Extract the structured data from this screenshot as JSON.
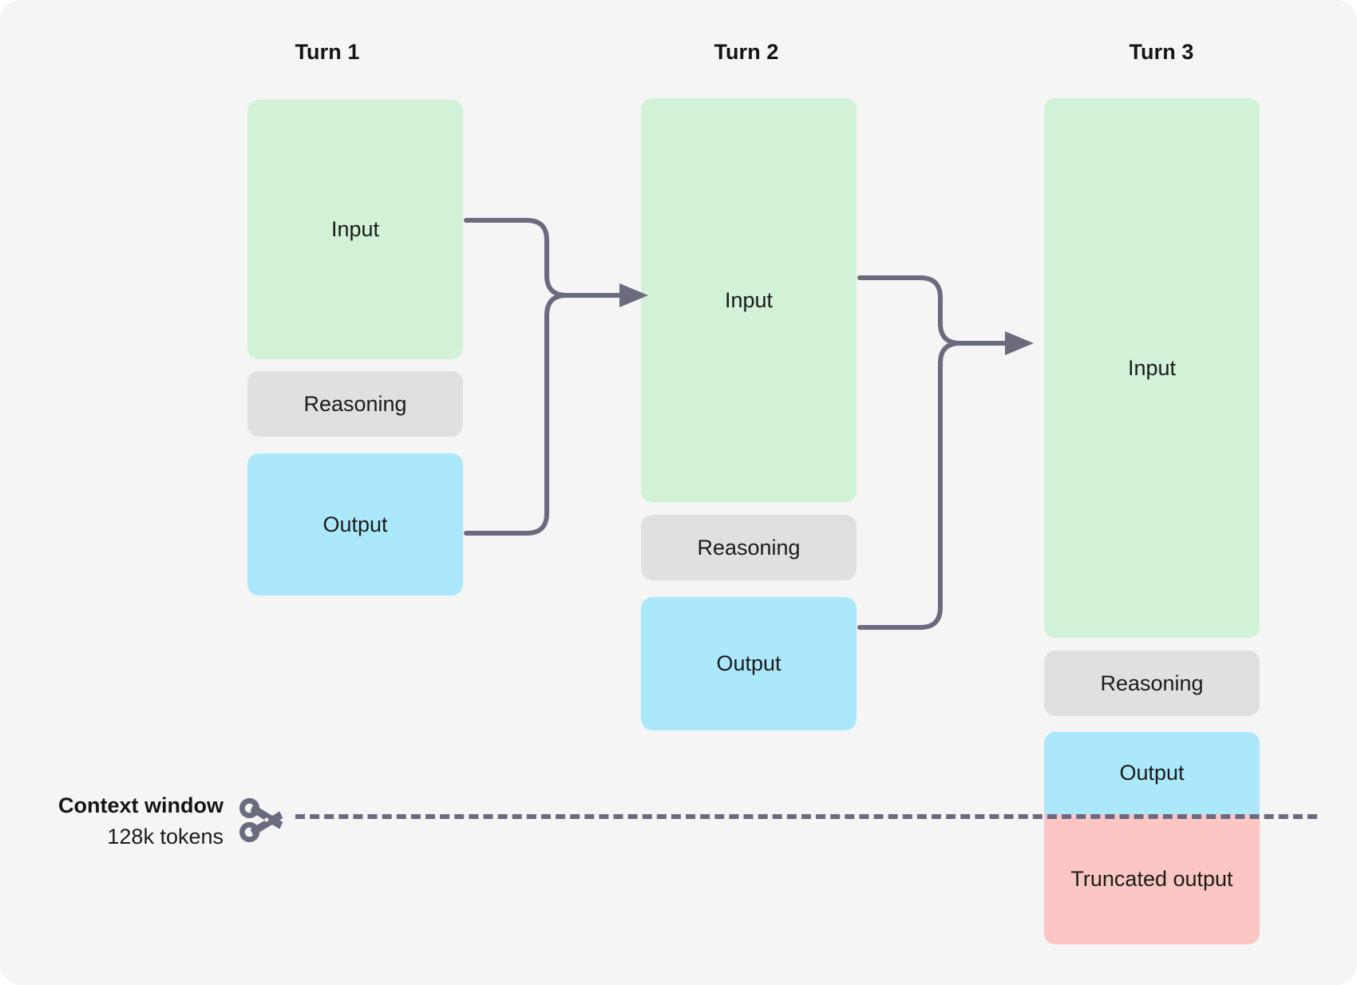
{
  "diagram": {
    "title_hidden": "Context window truncation across turns",
    "background_color": "#f5f5f5",
    "columns": [
      {
        "header": "Turn 1",
        "blocks": [
          {
            "label": "Input",
            "kind": "input"
          },
          {
            "label": "Reasoning",
            "kind": "reasoning"
          },
          {
            "label": "Output",
            "kind": "output"
          }
        ]
      },
      {
        "header": "Turn 2",
        "blocks": [
          {
            "label": "Input",
            "kind": "input"
          },
          {
            "label": "Reasoning",
            "kind": "reasoning"
          },
          {
            "label": "Output",
            "kind": "output"
          }
        ]
      },
      {
        "header": "Turn 3",
        "blocks": [
          {
            "label": "Input",
            "kind": "input"
          },
          {
            "label": "Reasoning",
            "kind": "reasoning"
          },
          {
            "label": "Output",
            "kind": "output"
          },
          {
            "label": "Truncated output",
            "kind": "truncated"
          }
        ]
      }
    ],
    "context_window": {
      "title": "Context window",
      "subtitle": "128k tokens",
      "icon": "scissors-icon",
      "line_style": "dashed",
      "line_color": "#6b6b80"
    },
    "connectors": [
      {
        "from": "turn1",
        "to": "turn2",
        "sources": [
          "Input",
          "Output"
        ],
        "target": "Input"
      },
      {
        "from": "turn2",
        "to": "turn3",
        "sources": [
          "Input",
          "Output"
        ],
        "target": "Input"
      }
    ],
    "colors": {
      "input": "#d1f2d7",
      "reasoning": "#e0e0e0",
      "output": "#ace8fb",
      "truncated": "#fcc6c4",
      "connector": "#6b6b80",
      "text": "#1b1b1b"
    }
  }
}
